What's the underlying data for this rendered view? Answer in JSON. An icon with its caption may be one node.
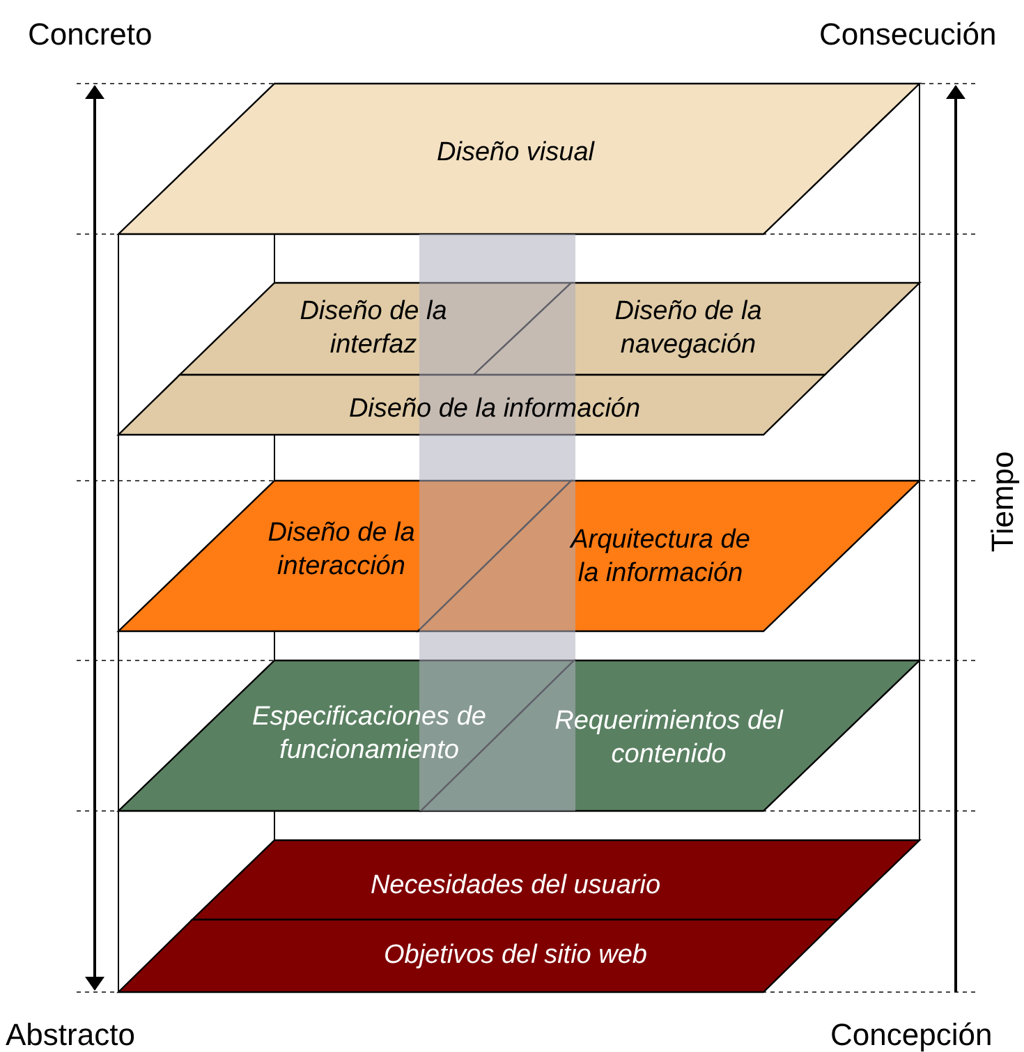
{
  "diagram": {
    "nodes": [
      {
        "text": [
          "Diseño visual"
        ]
      },
      {
        "text": [
          "Diseño de la interfaz"
        ]
      },
      {
        "text": [
          "Diseño de la navegación"
        ]
      },
      {
        "text": [
          "Diseño de la información"
        ]
      },
      {
        "text": [
          "Diseño de la interacción"
        ]
      },
      {
        "text": [
          "Arquitectura de la información"
        ]
      },
      {
        "text": [
          "Especificaciones de funcionamiento"
        ]
      },
      {
        "text": [
          "Requerimientos del contenido"
        ]
      },
      {
        "text": [
          "Necesidades del usuario"
        ]
      },
      {
        "text": [
          "Objetivos del sitio web"
        ]
      },
      {
        "text": [],
        "shape": "bar"
      }
    ],
    "labels": [
      "Concreto",
      "Consecución",
      "Tiempo",
      "Abstracto",
      "Concepción"
    ]
  }
}
